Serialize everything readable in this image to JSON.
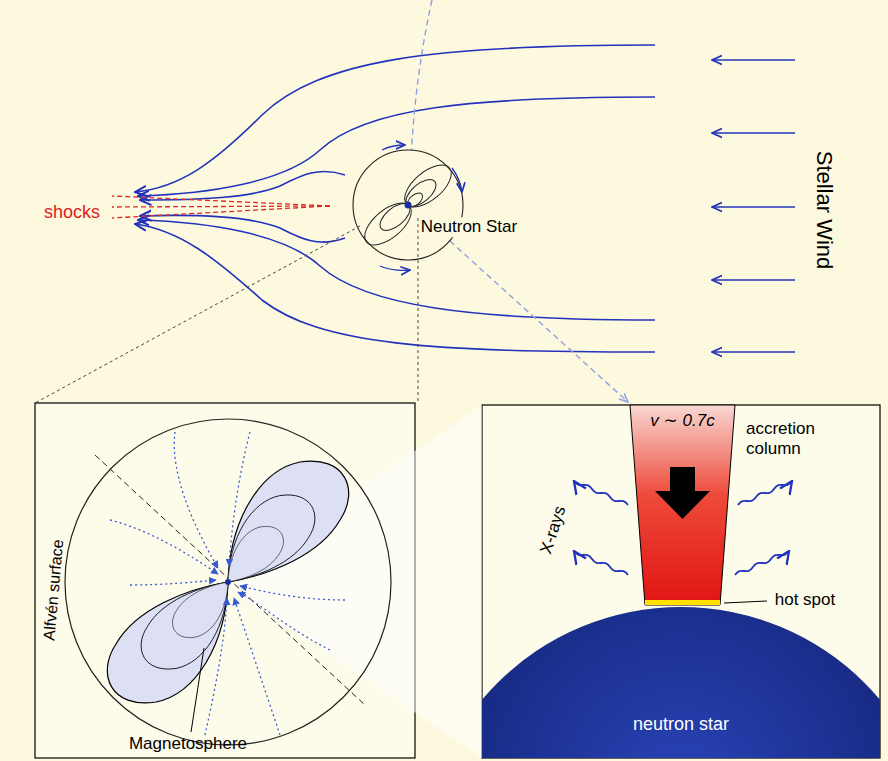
{
  "diagram": {
    "nodes": [
      {
        "text": [
          "v ∼ 0.7c",
          "accretion column"
        ]
      },
      {
        "text": [
          "neutron star"
        ]
      }
    ],
    "labels": [
      "Stellar Wind",
      "shocks",
      "Neutron Star",
      "Alfvén surface",
      "Magnetosphere",
      "X-rays",
      "hot spot"
    ]
  }
}
